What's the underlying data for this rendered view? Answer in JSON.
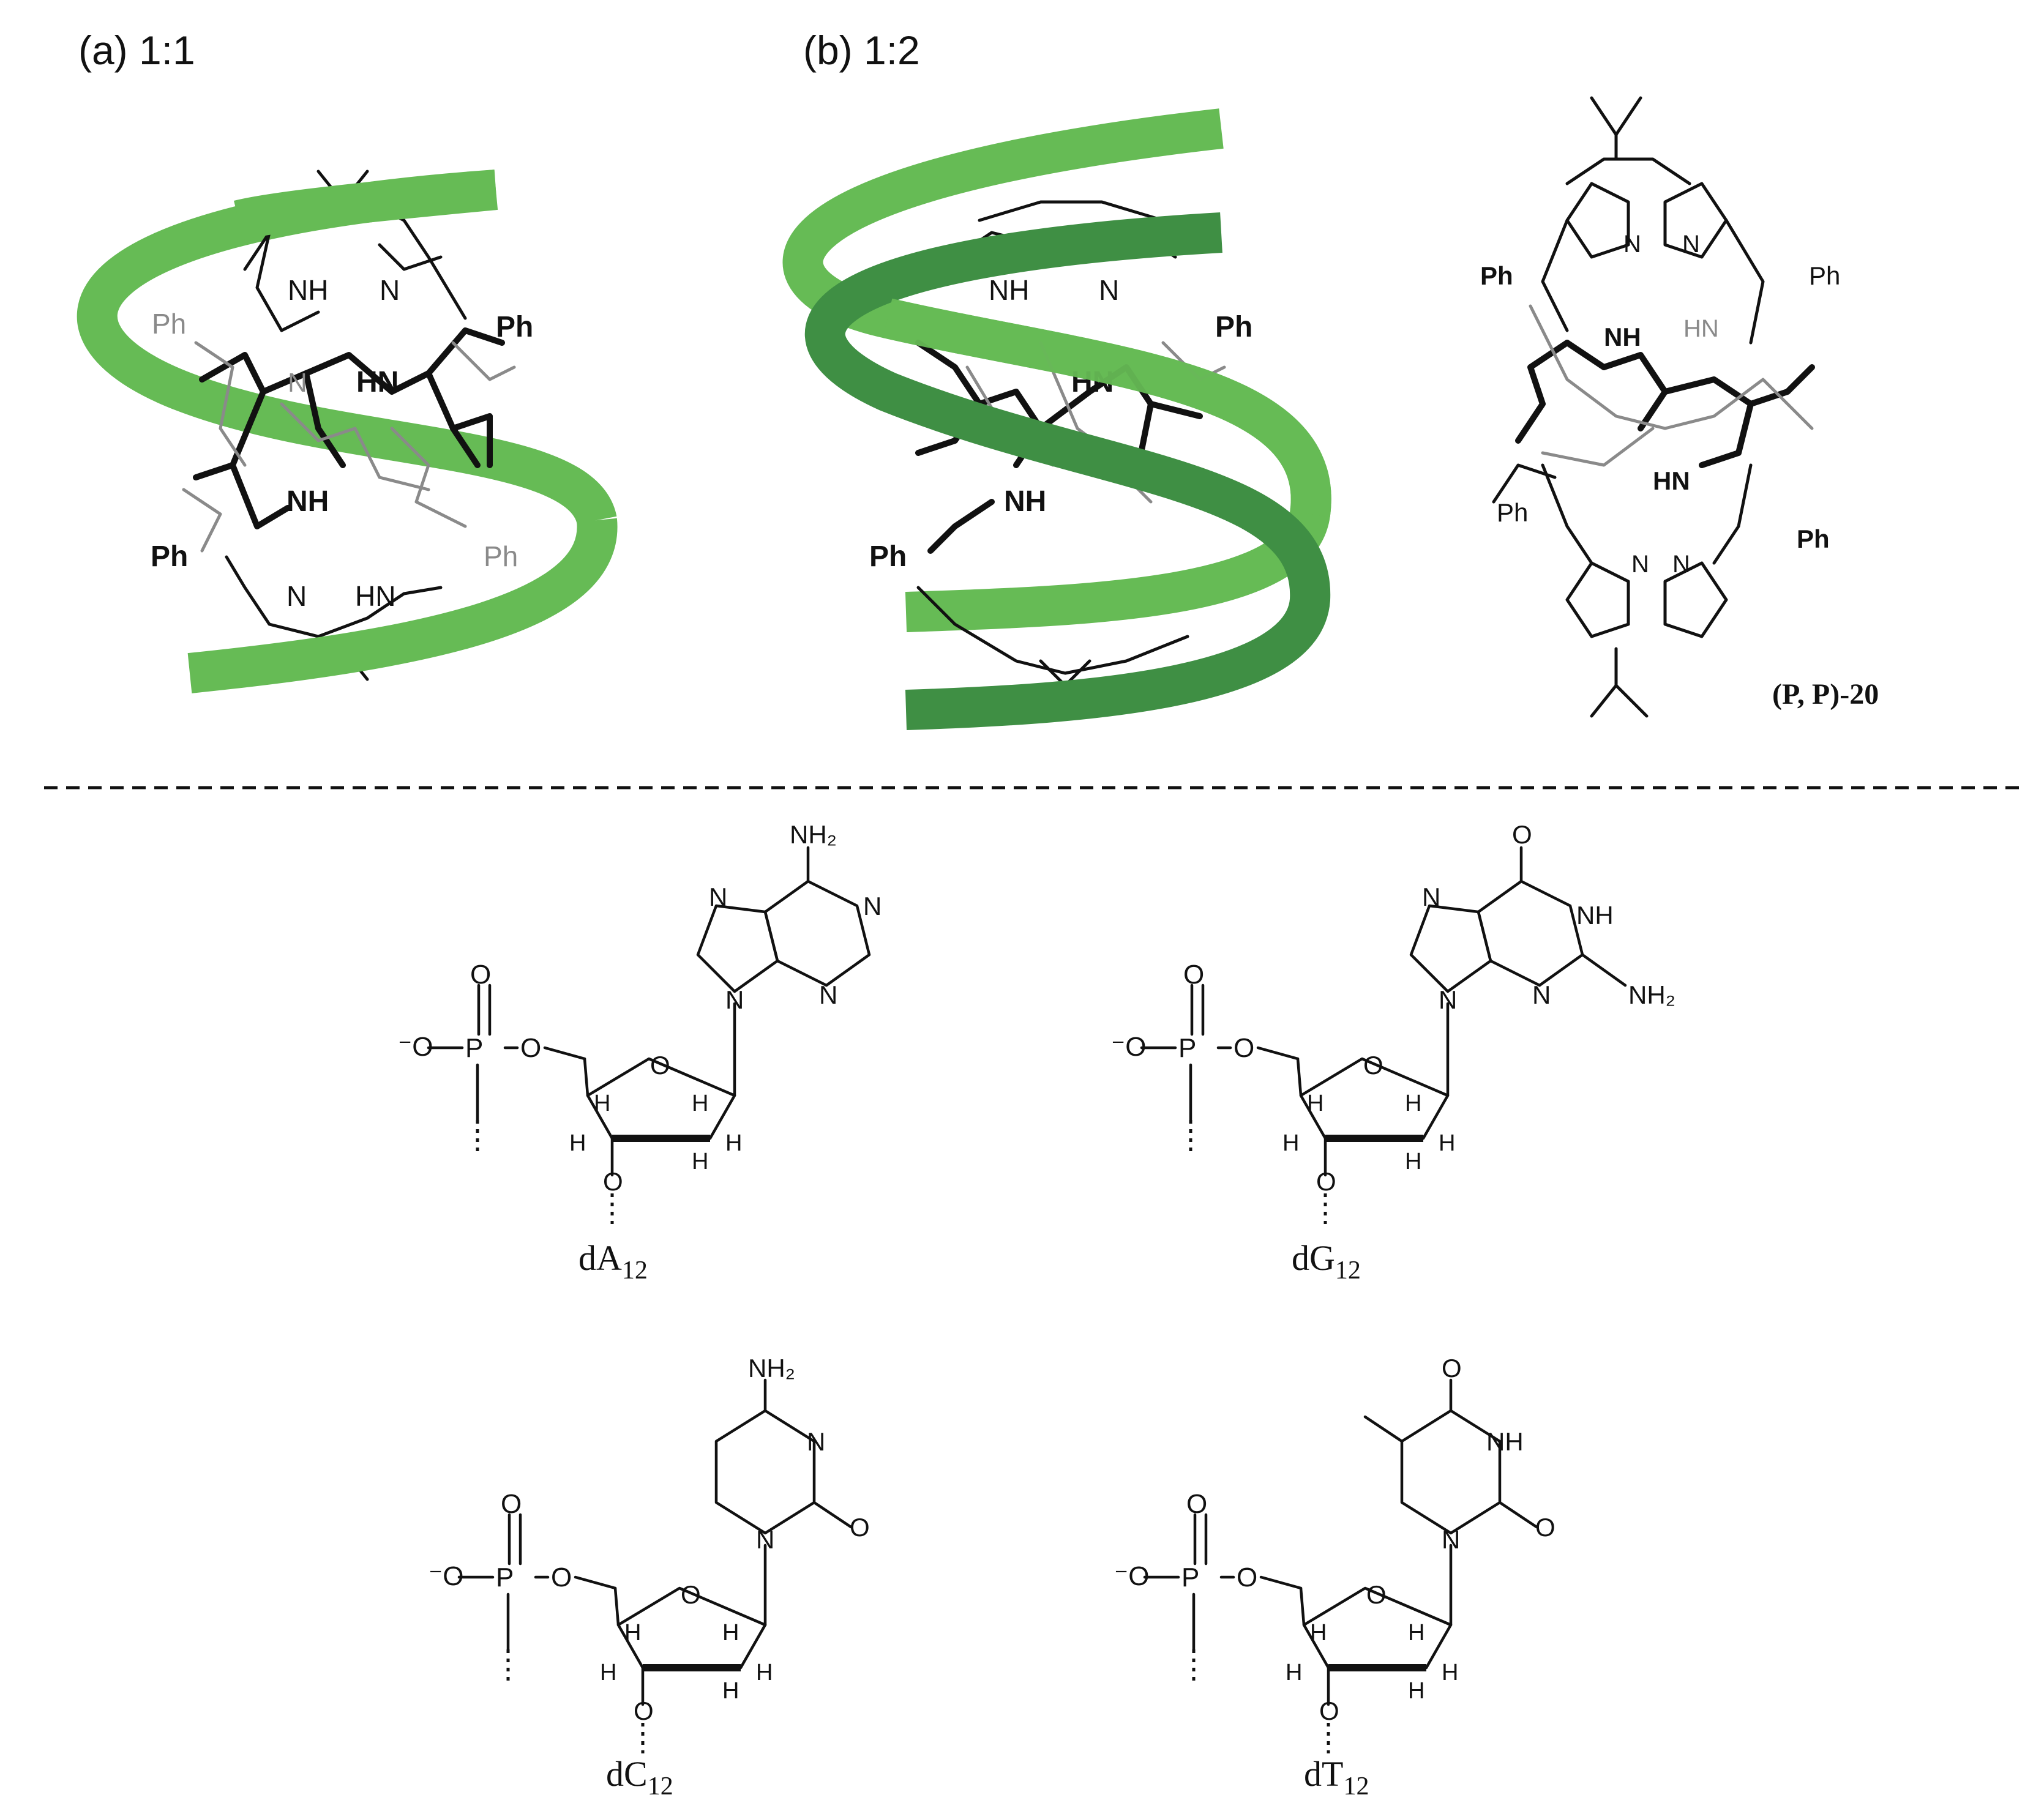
{
  "panels": {
    "a": {
      "label": "(a) 1:1",
      "atoms": [
        "NH",
        "N",
        "Ph",
        "Ph",
        "N",
        "HN",
        "NH",
        "Ph",
        "Ph",
        "N",
        "HN"
      ],
      "helix_color": "#66bb55"
    },
    "b": {
      "label": "(b) 1:2",
      "atoms": [
        "NH",
        "N",
        "Ph",
        "HN",
        "NH",
        "Ph"
      ],
      "helix_colors": [
        "#66bb55",
        "#3f8f44"
      ]
    }
  },
  "pp20": {
    "compound_label": "(P, P)-20",
    "atoms": [
      "Ph",
      "Ph",
      "N",
      "N",
      "NH",
      "HN",
      "HN",
      "Ph",
      "Ph",
      "N",
      "N"
    ]
  },
  "nucleotides": [
    {
      "name": "dA12",
      "o_minus": "⁻O",
      "o": "O",
      "p": "P",
      "h": "H",
      "n": "N",
      "nh2": "NH₂"
    },
    {
      "name": "dG12",
      "o_minus": "⁻O",
      "o": "O",
      "p": "P",
      "h": "H",
      "n": "N",
      "nh": "NH",
      "nh2": "NH₂"
    },
    {
      "name": "dC12",
      "o_minus": "⁻O",
      "o": "O",
      "p": "P",
      "h": "H",
      "n": "N",
      "nh2": "NH₂"
    },
    {
      "name": "dT12",
      "o_minus": "⁻O",
      "o": "O",
      "p": "P",
      "h": "H",
      "n": "N",
      "nh": "NH"
    }
  ]
}
